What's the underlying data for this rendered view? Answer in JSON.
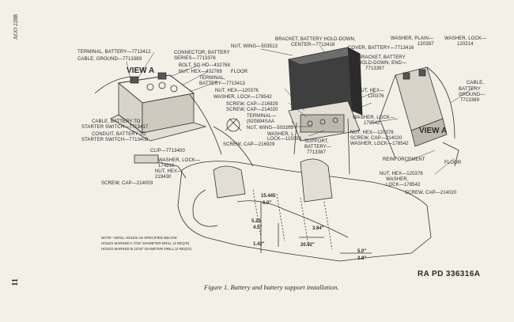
{
  "side_text": {
    "ago": "AGO 228B",
    "page_number": "11"
  },
  "caption": "Figure 1.   Battery and battery support installation.",
  "drawing_id": "RA PD 336316A",
  "view_labels": {
    "left": "VIEW A",
    "right": "VIEW A"
  },
  "labels": {
    "nut_wing": "NUT, WING—503513",
    "bracket_holddown_1": "BRACKET, BATTERY HOLD-DOWN,",
    "bracket_holddown_2": "CENTER—7713418",
    "washer_plain": "WASHER, PLAIN—",
    "washer_plain_num": "120387",
    "washer_lock_tr": "WASHER, LOCK—",
    "washer_lock_tr_num": "120214",
    "cover_battery": "COVER, BATTERY—7713416",
    "bracket_end_1": "BRACKET, BATTERY",
    "bracket_end_2": "HOLD-DOWN, END—",
    "bracket_end_3": "7713397",
    "terminal_battery": "TERMINAL, BATTERY—7713412",
    "cable_ground_l": "CABLE, GROUND—7713389",
    "connector_battery_1": "CONNECTOR, BATTERY",
    "connector_battery_2": "SERIES—7713376",
    "bolt_sq_hd": "BOLT, SQ-HD—432768",
    "nut_hex_432769": "NUT, HEX—432769",
    "floor_l": "FLOOR",
    "terminal_2a": "TERMINAL,",
    "terminal_2b": "BATTERY—7713413",
    "nut_hex_120376_a": "NUT, HEX—120376",
    "washer_lock_178542_a": "WASHER, LOCK—178542",
    "screw_216929": "SCREW, CAP—216929",
    "screw_214020_a": "SCREW, CAP—214020",
    "terminal_3a": "TERMINAL—",
    "terminal_3b": "(920894SAA",
    "nut_hex_120376_b": "NUT, HEX—",
    "nut_hex_120376_b_num": "120376",
    "washer_lock_178542_b": "WASHER, LOCK—",
    "washer_lock_178542_b_num": "178542",
    "cable_battery_r_1": "CABLE,",
    "cable_battery_r_2": "BATTERY",
    "cable_battery_r_3": "GROUND—",
    "cable_battery_r_4": "7713389",
    "cable_starter_1": "CABLE, BATTERY TO",
    "cable_starter_2": "STARTER SWITCH—7713417",
    "conduit_1": "CONDUIT, BATTERY TO",
    "conduit_2": "STARTER SWITCH—7713408",
    "nut_wing_503103": "NUT, WING—503103",
    "washer_115093_a": "WASHER, L",
    "washer_115093_b": "LOCK—115093",
    "screw_216929_b": "SCREW, CAP—216929",
    "support_battery_1": "SUPPORT,",
    "support_battery_2": "BATTERY—",
    "support_battery_3": "7713387",
    "nut_hex_c": "NUT, HEX—120376",
    "screw_cap_c": "SCREW, CAP—214020",
    "washer_lock_c": "WASHER, LOCK—178542",
    "clip": "CLIP—7713400",
    "washer_lock_174916_a": "WASHER, LOCK—",
    "washer_lock_174916_b": "174916",
    "nut_hex_219430_a": "NUT, HEX—",
    "nut_hex_219430_b": "219430",
    "screw_214003": "SCREW, CAP—214003",
    "reinforcement": "REINFORCEMENT",
    "floor_r": "FLOOR",
    "nut_hex_d": "NUT, HEX—120376",
    "washer_lock_d_1": "WASHER,",
    "washer_lock_d_2": "LOCK—178542",
    "screw_cap_d": "SCREW, CAP—214020"
  },
  "dimensions": {
    "d1": "15.445",
    "d2": "6.0\"",
    "d3": "5.25",
    "d4": "4.5\"",
    "d5": "3.84\"",
    "d6": "1.42\"",
    "d7": "20.92\"",
    "d8": "5.0\"",
    "d9": "2.8\""
  },
  "note": {
    "line1": "NOTE—DRILL HOLES AS SPECIFIED BELOW",
    "line2": "HOLES MARKED A 7/16\" DIAMETER DRILL (4 REQ'D)",
    "line3": "HOLES MARKED B 11/32\" DIAMETER DRILL (4 REQ'D)"
  }
}
